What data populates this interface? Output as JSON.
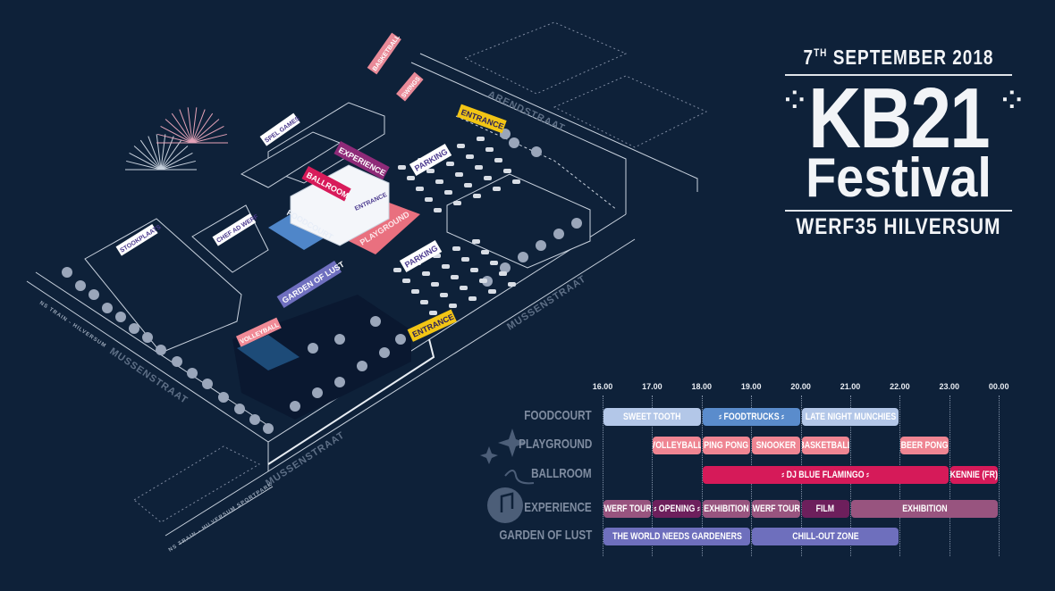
{
  "header": {
    "date_day": "7",
    "date_suffix": "TH",
    "date_rest": "SEPTEMBER 2018",
    "logo_main": "KB21",
    "logo_sub": "Festival",
    "venue": "WERF35 HILVERSUM"
  },
  "map": {
    "signs": {
      "basketball": "BASKETBALL",
      "swings": "SWINGS",
      "spel_games": "SPEL GAMES",
      "experience": "EXPERIENCE",
      "ballroom": "BALLROOM",
      "building_entrance": "ENTRANCE",
      "entrance_north": "ENTRANCE",
      "entrance_south": "ENTRANCE",
      "parking_north": "PARKING",
      "parking_south": "PARKING",
      "foodcourt": "FOODCOURT",
      "playground": "PLAYGROUND",
      "chef_ad_werf": "CHEF AD WERF",
      "stookplaats": "STOOKPLAATS",
      "garden_of_lust": "GARDEN OF LUST",
      "volleyball": "VOLLEYBALL"
    },
    "streets": {
      "arendstraat": "ARENDSTRAAT",
      "mussenstraat_west": "MUSSENSTRAAT",
      "mussenstraat_south": "MUSSENSTRAAT",
      "mussenstraat_east": "MUSSENSTRAAT",
      "train_west": "NS TRAIN - HILVERSUM",
      "train_south": "NS TRAIN - HILVERSUM SPORTPARK"
    },
    "colors": {
      "basketball": "#e98a98",
      "swings": "#e98a98",
      "spel_games": "#ffffff",
      "experience": "#8e2a78",
      "ballroom": "#d81b5a",
      "entrance": "#f2c515",
      "parking": "#ffffff",
      "foodcourt": "#4f86c9",
      "playground": "#e9707f",
      "chef": "#ffffff",
      "garden": "#6f6fbf",
      "volleyball": "#f08a96"
    }
  },
  "schedule": {
    "times": [
      "16.00",
      "17.00",
      "18.00",
      "19.00",
      "20.00",
      "21.00",
      "22.00",
      "23.00",
      "00.00"
    ],
    "rows": [
      {
        "label": "FOODCOURT",
        "events": [
          {
            "name": "SWEET TOOTH",
            "start": 16,
            "end": 18,
            "color": "#b3c7e8"
          },
          {
            "name": "⸗ FOODTRUCKS ⸗",
            "start": 18,
            "end": 20,
            "color": "#5a8ccc"
          },
          {
            "name": "LATE NIGHT MUNCHIES",
            "start": 20,
            "end": 22,
            "color": "#b3c7e8"
          }
        ]
      },
      {
        "label": "PLAYGROUND",
        "events": [
          {
            "name": "VOLLEYBALL",
            "start": 17,
            "end": 18,
            "color": "#ef8592"
          },
          {
            "name": "PING PONG",
            "start": 18,
            "end": 19,
            "color": "#ef8592"
          },
          {
            "name": "SNOOKER",
            "start": 19,
            "end": 20,
            "color": "#ef8592"
          },
          {
            "name": "BASKETBALL",
            "start": 20,
            "end": 21,
            "color": "#ef8592"
          },
          {
            "name": "BEER PONG",
            "start": 22,
            "end": 23,
            "color": "#ef8592"
          }
        ]
      },
      {
        "label": "BALLROOM",
        "events": [
          {
            "name": "⸗ DJ BLUE FLAMINGO ⸗",
            "start": 18,
            "end": 23,
            "color": "#d61a59"
          },
          {
            "name": "KENNIE (FR)",
            "start": 23,
            "end": 24,
            "color": "#d61a59"
          }
        ]
      },
      {
        "label": "EXPERIENCE",
        "events": [
          {
            "name": "WERF TOUR",
            "start": 16,
            "end": 17,
            "color": "#98547f"
          },
          {
            "name": "⸗ OPENING ⸗",
            "start": 17,
            "end": 18,
            "color": "#6d1f5c"
          },
          {
            "name": "EXHIBITION",
            "start": 18,
            "end": 19,
            "color": "#98547f"
          },
          {
            "name": "WERF TOUR",
            "start": 19,
            "end": 20,
            "color": "#98547f"
          },
          {
            "name": "FILM",
            "start": 20,
            "end": 21,
            "color": "#6d1f5c"
          },
          {
            "name": "EXHIBITION",
            "start": 21,
            "end": 24,
            "color": "#98547f"
          }
        ]
      },
      {
        "label": "GARDEN OF LUST",
        "events": [
          {
            "name": "THE WORLD NEEDS GARDENERS",
            "start": 16,
            "end": 19,
            "color": "#6e6fbd"
          },
          {
            "name": "CHILL-OUT ZONE",
            "start": 19,
            "end": 22,
            "color": "#6e6fbd"
          }
        ]
      }
    ]
  }
}
